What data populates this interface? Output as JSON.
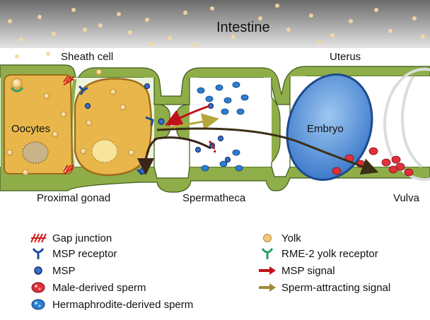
{
  "labels": {
    "intestine": "Intestine",
    "sheath_cell": "Sheath cell",
    "uterus": "Uterus",
    "oocytes": "Oocytes",
    "embryo": "Embryo",
    "proximal_gonad": "Proximal gonad",
    "spermatheca": "Spermatheca",
    "vulva": "Vulva"
  },
  "legend": {
    "left": [
      {
        "icon": "gap-junction-icon",
        "label": "Gap junction"
      },
      {
        "icon": "msp-receptor-icon",
        "label": "MSP receptor"
      },
      {
        "icon": "msp-icon",
        "label": "MSP"
      },
      {
        "icon": "male-sperm-icon",
        "label": "Male-derived sperm"
      },
      {
        "icon": "herm-sperm-icon",
        "label": "Hermaphrodite-derived sperm"
      }
    ],
    "right": [
      {
        "icon": "yolk-icon",
        "label": "Yolk"
      },
      {
        "icon": "rme2-receptor-icon",
        "label": "RME-2 yolk receptor"
      },
      {
        "icon": "msp-signal-arrow-icon",
        "label": "MSP signal"
      },
      {
        "icon": "sperm-signal-arrow-icon",
        "label": "Sperm-attracting signal"
      }
    ]
  },
  "colors": {
    "tissue_wall": "#8fae4a",
    "tissue_fill": "#eef4dc",
    "oocyte_fill": "#e8b64a",
    "oocyte_edge": "#9c6b1c",
    "embryo_fill": "#3b7fd4",
    "gap_junction": "#d02020",
    "msp_receptor": "#1b4f9c",
    "msp": "#3a6fc8",
    "male_sperm": "#e0303a",
    "herm_sperm": "#2a7fd0",
    "yolk": "#f2c777",
    "rme2": "#2a9d68",
    "msp_signal": "#c0101a",
    "sperm_signal": "#9c8a3a"
  }
}
